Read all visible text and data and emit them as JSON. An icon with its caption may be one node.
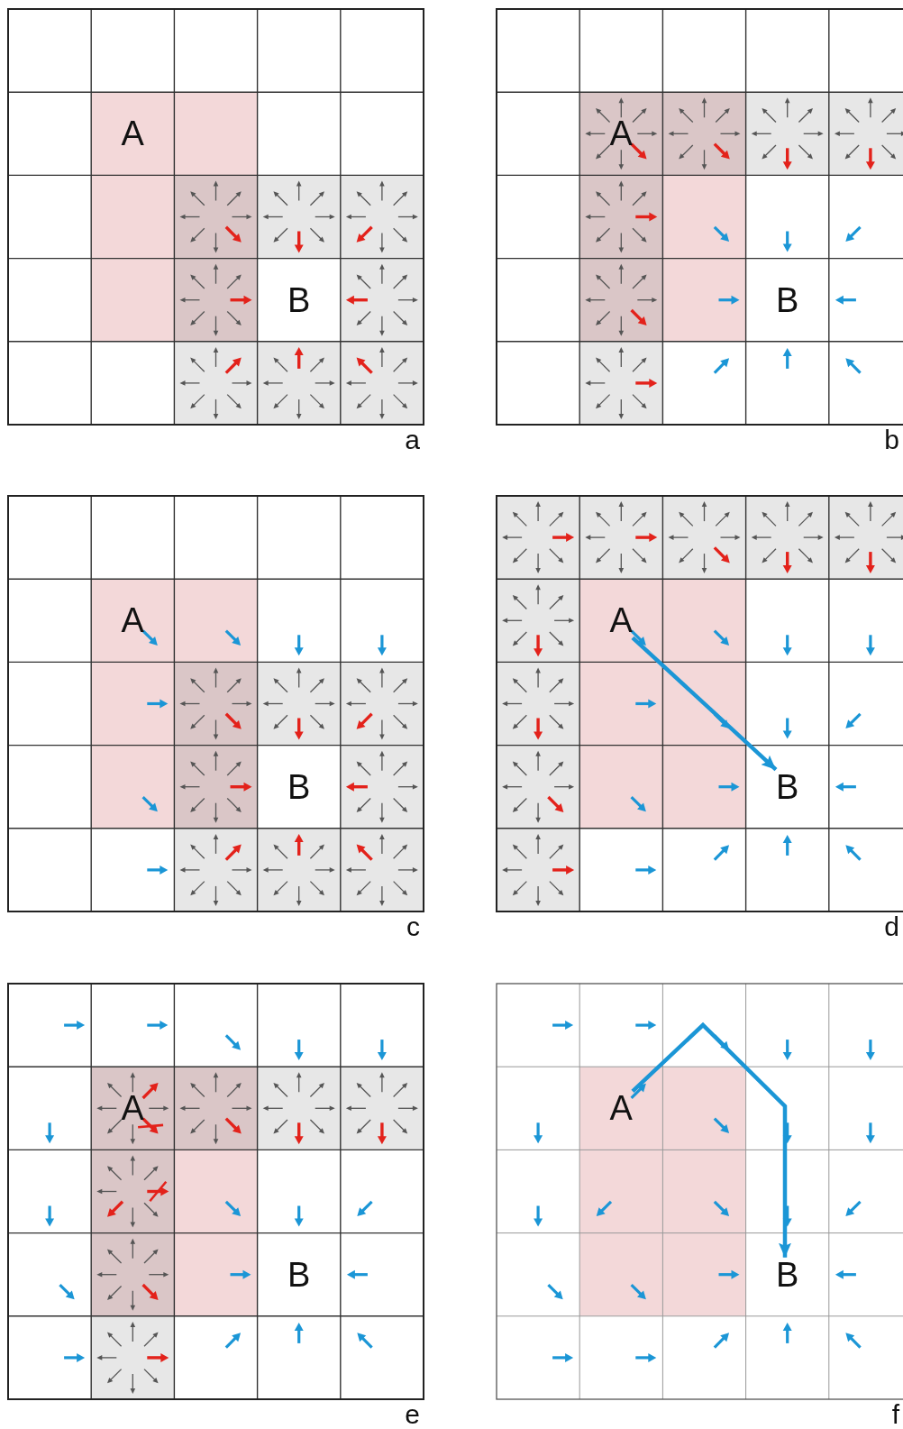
{
  "diagram": {
    "nodes": [
      {
        "text": [
          "A"
        ]
      },
      {
        "text": [
          "B"
        ]
      },
      {
        "text": [
          "A"
        ]
      },
      {
        "text": [
          "B"
        ]
      },
      {
        "text": [
          "A"
        ]
      },
      {
        "text": [
          "B"
        ]
      },
      {
        "text": [
          "A"
        ]
      },
      {
        "text": [
          "B"
        ]
      },
      {
        "text": [
          "A"
        ]
      },
      {
        "text": [
          "B"
        ]
      },
      {
        "text": [
          "A"
        ]
      },
      {
        "text": [
          "B"
        ]
      }
    ],
    "edges": [
      {
        "from": 6,
        "to": 7,
        "arrow": "to"
      },
      {
        "from": 10,
        "to": 11,
        "arrow": "to"
      }
    ],
    "labels": [
      "a",
      "b",
      "c",
      "d",
      "e",
      "f"
    ]
  }
}
